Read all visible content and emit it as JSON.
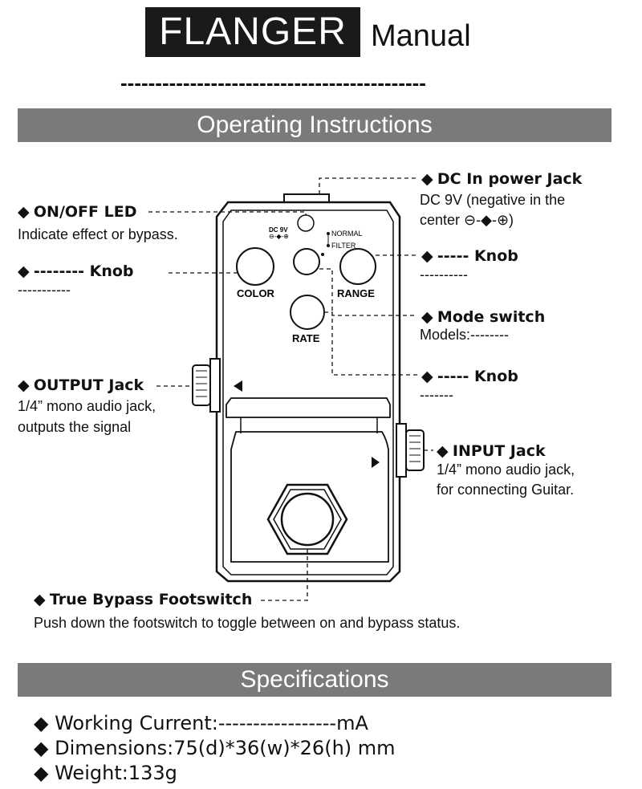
{
  "header": {
    "product": "FLANGER",
    "suffix": "Manual",
    "divider": "--------------------------------------------"
  },
  "sections": {
    "operating": "Operating Instructions",
    "specifications": "Specifications"
  },
  "callouts": {
    "dc_in": {
      "title": "DC In power Jack",
      "desc1": "DC 9V (negative in the",
      "desc2": "center",
      "polarity": "⊖-◆-⊕)"
    },
    "onoff_led": {
      "title": "ON/OFF LED",
      "desc": "Indicate effect or bypass."
    },
    "left_knob": {
      "title": "-------- Knob",
      "desc": "-----------"
    },
    "right_knob": {
      "title": "----- Knob",
      "desc": "----------"
    },
    "mode_switch": {
      "title": "Mode switch",
      "desc": "Models:--------"
    },
    "rate_knob": {
      "title": "----- Knob",
      "desc": "-------"
    },
    "output_jack": {
      "title": "OUTPUT Jack",
      "desc1": "1/4” mono audio jack,",
      "desc2": "outputs the signal"
    },
    "input_jack": {
      "title": "INPUT Jack",
      "desc1": "1/4” mono audio jack,",
      "desc2": "for connecting Guitar."
    },
    "footswitch": {
      "title": "True Bypass Footswitch",
      "desc": "Push down the footswitch to toggle between on and bypass status."
    }
  },
  "pedal": {
    "dc_label": "DC 9V",
    "dc_polarity": "⊖-◆-⊕",
    "mode_normal": "NORMAL",
    "mode_filter": "FILTER",
    "knob_color": "COLOR",
    "knob_range": "RANGE",
    "knob_rate": "RATE"
  },
  "specs": [
    "Working Current:-----------------mA",
    "Dimensions:75(d)*36(w)*26(h) mm",
    "Weight:133g"
  ],
  "bullet": "◆",
  "colors": {
    "title_bg": "#1a1a1a",
    "section_bg": "#7a7a7a"
  }
}
